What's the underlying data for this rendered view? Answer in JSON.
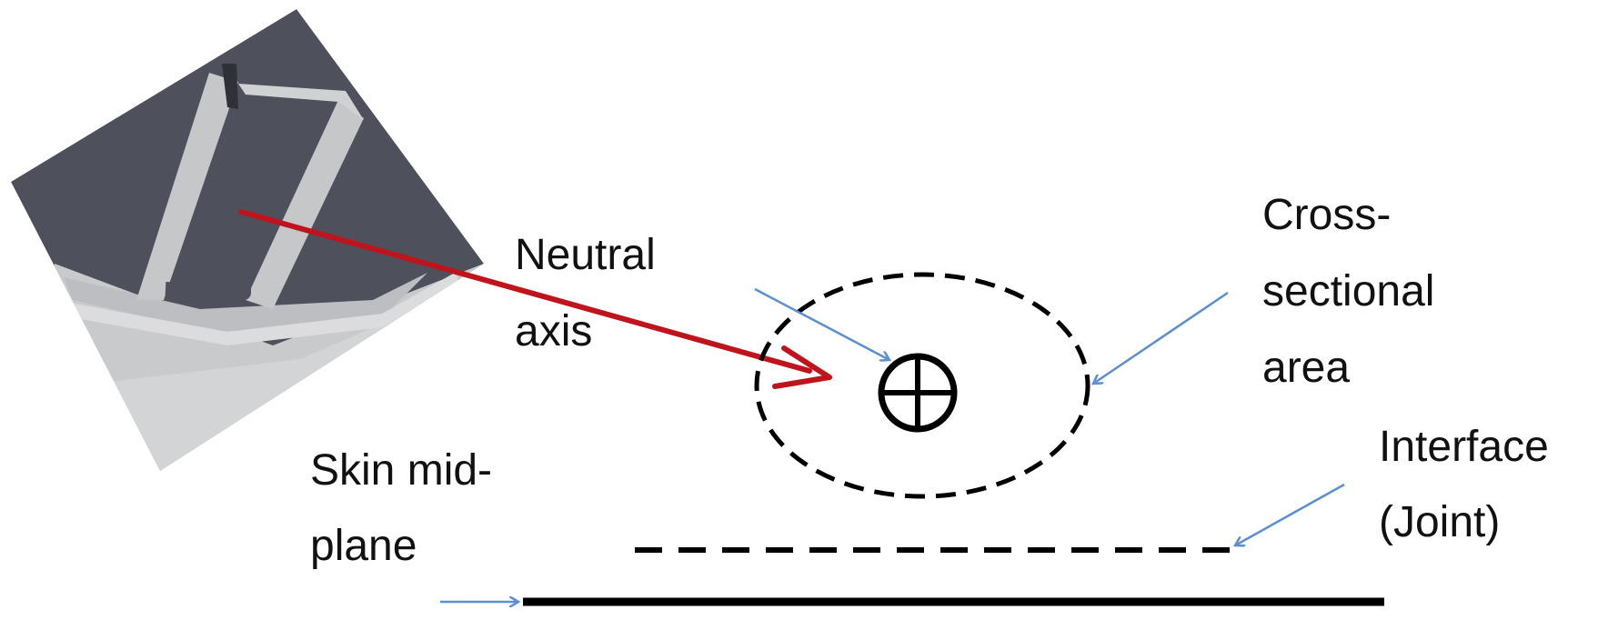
{
  "labels": {
    "neutral_axis": [
      "Neutral",
      "axis"
    ],
    "cross_sectional_area": [
      "Cross-",
      "sectional",
      "area"
    ],
    "interface_joint": [
      "Interface",
      "(Joint)"
    ],
    "skin_mid_plane": [
      "Skin mid-",
      "plane"
    ]
  },
  "colors": {
    "red_arrow": "#c0141c",
    "blue_arrow": "#5b8fcf",
    "line": "#000000",
    "photo_dark": "#4e505b",
    "photo_light": "#c8c9cb"
  },
  "icons": {
    "centroid": "circle-with-cross-icon"
  }
}
